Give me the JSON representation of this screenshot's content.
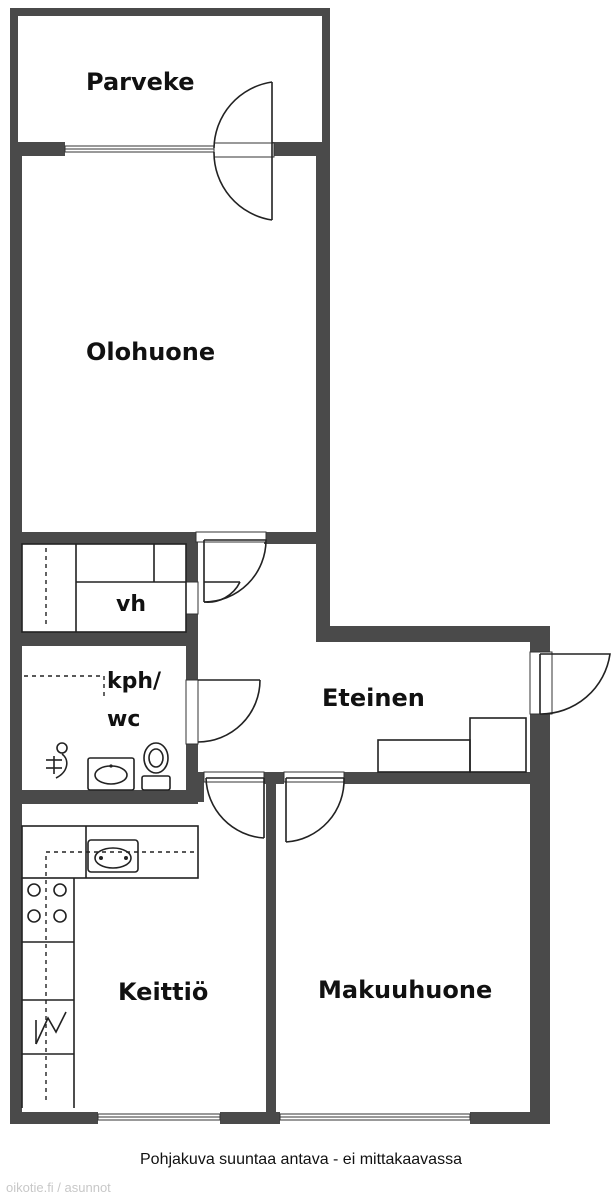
{
  "rooms": {
    "balcony": "Parveke",
    "living_room": "Olohuone",
    "closet": "vh",
    "bathroom_line1": "kph/",
    "bathroom_line2": "wc",
    "hall": "Eteinen",
    "kitchen": "Keittiö",
    "bedroom": "Makuuhuone"
  },
  "caption": "Pohjakuva suuntaa antava - ei mittakaavassa",
  "watermark": "oikotie.fi / asunnot",
  "colors": {
    "wall": "#4a4a4a",
    "line": "#222222",
    "background": "#ffffff"
  }
}
